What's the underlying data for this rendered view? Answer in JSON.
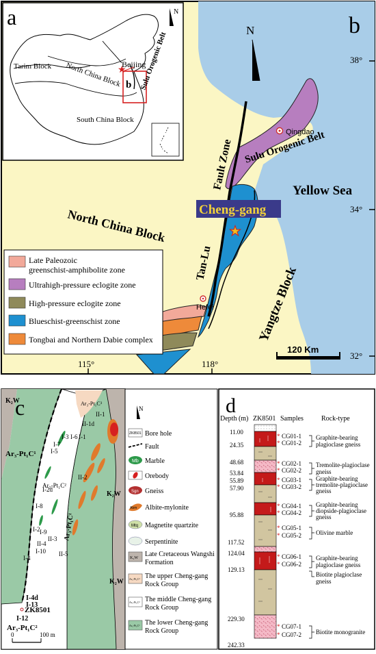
{
  "colors": {
    "sea": "#a9cde8",
    "land": "#fbf6c4",
    "sulu": "#b77ebf",
    "blueschist": "#1e90d0",
    "paleozoic": "#f2a99a",
    "hp_eclogite": "#8f8a5a",
    "tongbai": "#ee8a3a",
    "cgroup": "#9ac9a6",
    "wangshi": "#bdb4ac",
    "upper": "#ffffff",
    "orebody": "#e07a2c",
    "graphite": "#c41a1a",
    "pink": "#f4b9c6",
    "tan": "#d1c5a0"
  },
  "panel_a": {
    "letter": "a",
    "north": "N",
    "labels": {
      "tarim": "Tarim Block",
      "north_china": "North China Block",
      "beijing": "Beijing",
      "sulu_belt": "Sulu Orogenic Belt",
      "south_china": "South China Block",
      "b": "b"
    }
  },
  "panel_b": {
    "letter": "b",
    "north": "N",
    "labels": {
      "qingdao": "Qingdao",
      "sulu_belt": "Sulu Orogenic Belt",
      "yellow_sea": "Yellow Sea",
      "chenggang": "Cheng-gang",
      "north_china": "North China Block",
      "tanlu": "Tan-Lu",
      "fault_zone": "Fault  Zone",
      "hefei": "Hefei",
      "yangtze": "Yangtze Block",
      "scale": "120 Km"
    },
    "lat": [
      "38°",
      "34°",
      "32°"
    ],
    "lon": [
      "115°",
      "118°"
    ],
    "legend": [
      {
        "text": [
          "Late Paleozoic",
          "greenschist-amphibolite zone"
        ],
        "color": "#f2a99a"
      },
      {
        "text": [
          "Ultrahigh-pressure eclogite zone"
        ],
        "color": "#b77ebf"
      },
      {
        "text": [
          "High-pressure eclogite zone"
        ],
        "color": "#8f8a5a"
      },
      {
        "text": [
          "Blueschist-greenschist zone"
        ],
        "color": "#1e90d0"
      },
      {
        "text": [
          "Tongbai and Northern Dabie complex"
        ],
        "color": "#ee8a3a"
      }
    ]
  },
  "panel_c": {
    "letter": "c",
    "north": "N",
    "labels": {
      "k2w_1": "K₂W",
      "k2w_2": "K₂W",
      "k2w_3": "K₂W",
      "ar_c3_top": "Ar₃-Pt₁C³",
      "ar_c1_left": "Ar₃-Pt₁C¹",
      "ar_c2_mid": "Ar₃-Pt₁C²",
      "ar_c1_right": "Ar₃-Pt₁C¹",
      "ar_c2_bottom": "Ar₃-Pt₁C²",
      "zk": "ZK8501",
      "scale0": "0",
      "scale100": "100 m",
      "ore": [
        "II-1",
        "II-1d",
        "I-3",
        "I-6",
        "I-1",
        "I-7",
        "I-5",
        "I-2d",
        "II-2",
        "I-8",
        "I-9",
        "II-3",
        "I-2",
        "II-4",
        "I-10",
        "I-4",
        "II-5",
        "I-4d",
        "I-13",
        "I-12"
      ]
    },
    "legend": [
      {
        "sym": "ZK8501",
        "text": [
          "Bore hole"
        ]
      },
      {
        "sym": "",
        "text": [
          "Fault"
        ]
      },
      {
        "sym": "Mb",
        "text": [
          "Marble"
        ]
      },
      {
        "sym": "",
        "text": [
          "Orebody"
        ]
      },
      {
        "sym": "Sgn",
        "text": [
          "Gneiss"
        ]
      },
      {
        "sym": "Abm",
        "text": [
          "Albite-mylonite"
        ]
      },
      {
        "sym": "Mtq",
        "text": [
          "Magnetite quartzite"
        ]
      },
      {
        "sym": "",
        "text": [
          "Serpentinite"
        ]
      },
      {
        "sym": "K₂W",
        "text": [
          "Late Cretaceous Wangshi",
          "Formation"
        ]
      },
      {
        "sym": "Ar₃-Pt₁C³",
        "text": [
          "The upper Cheng-gang",
          "Rock Group"
        ]
      },
      {
        "sym": "Ar₃-Pt₁C²",
        "text": [
          "The  middle Cheng-gang",
          "Rock Group"
        ]
      },
      {
        "sym": "Ar₃-Pt₁C¹",
        "text": [
          "The lower Cheng-gang",
          "Rock Group"
        ]
      }
    ]
  },
  "panel_d": {
    "letter": "d",
    "headers": {
      "depth": "Depth (m)",
      "hole": "ZK8501",
      "samples": "Samples",
      "rock": "Rock-type"
    },
    "depths": [
      "11.00",
      "24.35",
      "48.68",
      "53.84",
      "55.89",
      "57.90",
      "95.88",
      "117.52",
      "124.04",
      "129.13",
      "229.30",
      "242.33"
    ],
    "samples": [
      "CG01-1",
      "CG01-2",
      "CG02-1",
      "CG02-2",
      "CG03-1",
      "CG03-2",
      "CG04-1",
      "CG04-2",
      "CG05-1",
      "CG05-2",
      "CG06-1",
      "CG06-2",
      "CG07-1",
      "CG07-2"
    ],
    "rocks": [
      [
        "Graphite-bearing",
        "plagioclase gneiss"
      ],
      [
        "Tremolite-plagioclase",
        "gneiss"
      ],
      [
        "Graphite-bearing",
        "tremolite-plagioclase",
        "gneiss"
      ],
      [
        "Graphite-bearing",
        "diopside-plagioclase",
        "gneiss"
      ],
      [
        "Olivine marble"
      ],
      [
        "Graphite-bearing",
        "plagioclase gneiss"
      ],
      [
        "Biotite plagioclase",
        "gneiss"
      ],
      [
        "Biotite monogranite"
      ]
    ]
  }
}
